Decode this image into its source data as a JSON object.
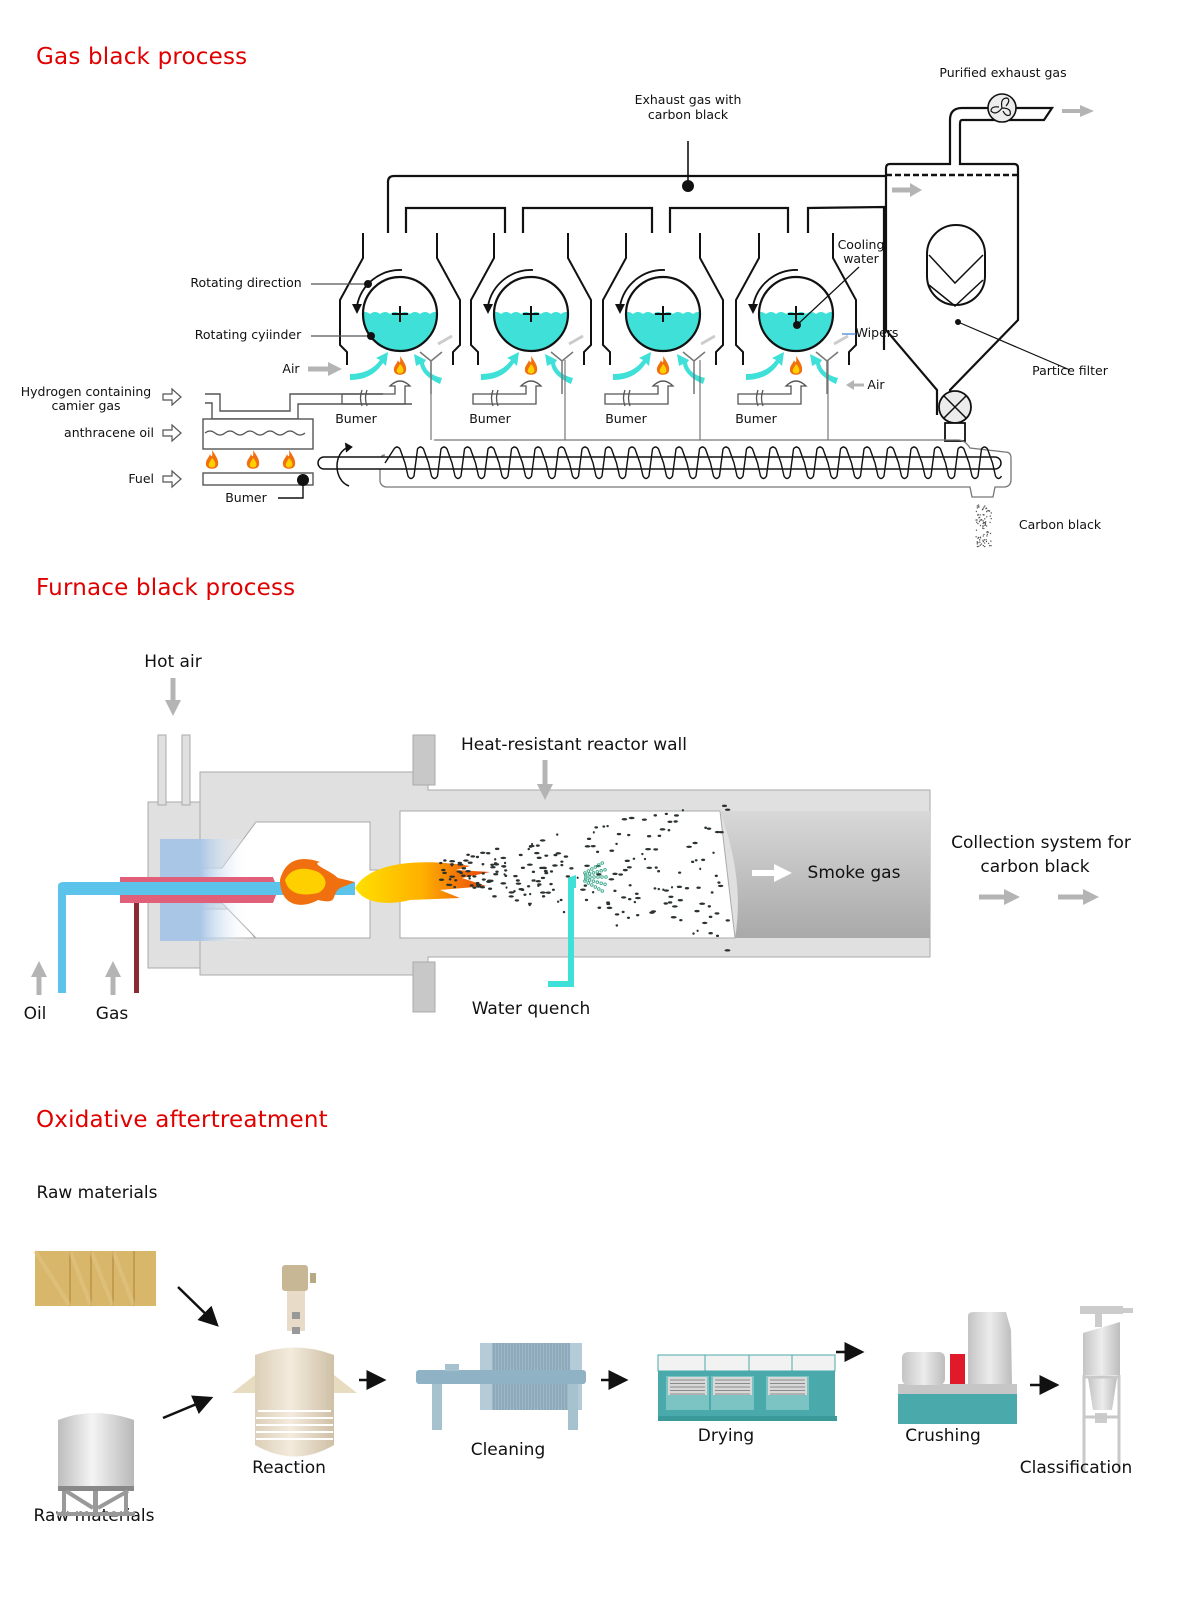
{
  "sections": {
    "gas_black": {
      "title": "Gas black process",
      "labels": {
        "exhaust_gas_line1": "Exhaust gas with",
        "exhaust_gas_line2": "carbon black",
        "purified_exhaust": "Purified exhaust gas",
        "rotating_direction": "Rotating direction",
        "rotating_cylinder": "Rotating cyiinder",
        "air_left": "Air",
        "air_right": "Air",
        "hydrogen_line1": "Hydrogen containing",
        "hydrogen_line2": "camier gas",
        "anthracene_oil": "anthracene oil",
        "fuel": "Fuel",
        "burner_bottom": "Bumer",
        "burners": [
          "Bumer",
          "Bumer",
          "Bumer",
          "Bumer"
        ],
        "cooling_water_line1": "Cooling",
        "cooling_water_line2": "water",
        "wipers": "Wipers",
        "particle_filter": "Partice filter",
        "carbon_black": "Carbon black"
      },
      "cylinder_count": 4
    },
    "furnace_black": {
      "title": "Furnace black process",
      "labels": {
        "hot_air": "Hot air",
        "reactor_wall": "Heat-resistant reactor wall",
        "smoke_gas": "Smoke gas",
        "collection_line1": "Collection system for",
        "collection_line2": "carbon black",
        "oil": "Oil",
        "gas": "Gas",
        "water_quench": "Water quench"
      }
    },
    "oxidative": {
      "title": "Oxidative aftertreatment",
      "raw_materials_top": "Raw materials",
      "raw_materials_bottom": "Raw materials",
      "steps": [
        "Reaction",
        "Cleaning",
        "Drying",
        "Crushing",
        "Classification"
      ]
    }
  },
  "colors": {
    "title": "#e00000",
    "water": "#3ee0d8",
    "flame_outer": "#f07010",
    "flame_inner": "#ffd000",
    "oil_pipe": "#5cc3ea",
    "gas_pipe": "#8b2a35",
    "reactor_wall": "#e0e0e0",
    "arrow_gray": "#b4b4b4"
  }
}
